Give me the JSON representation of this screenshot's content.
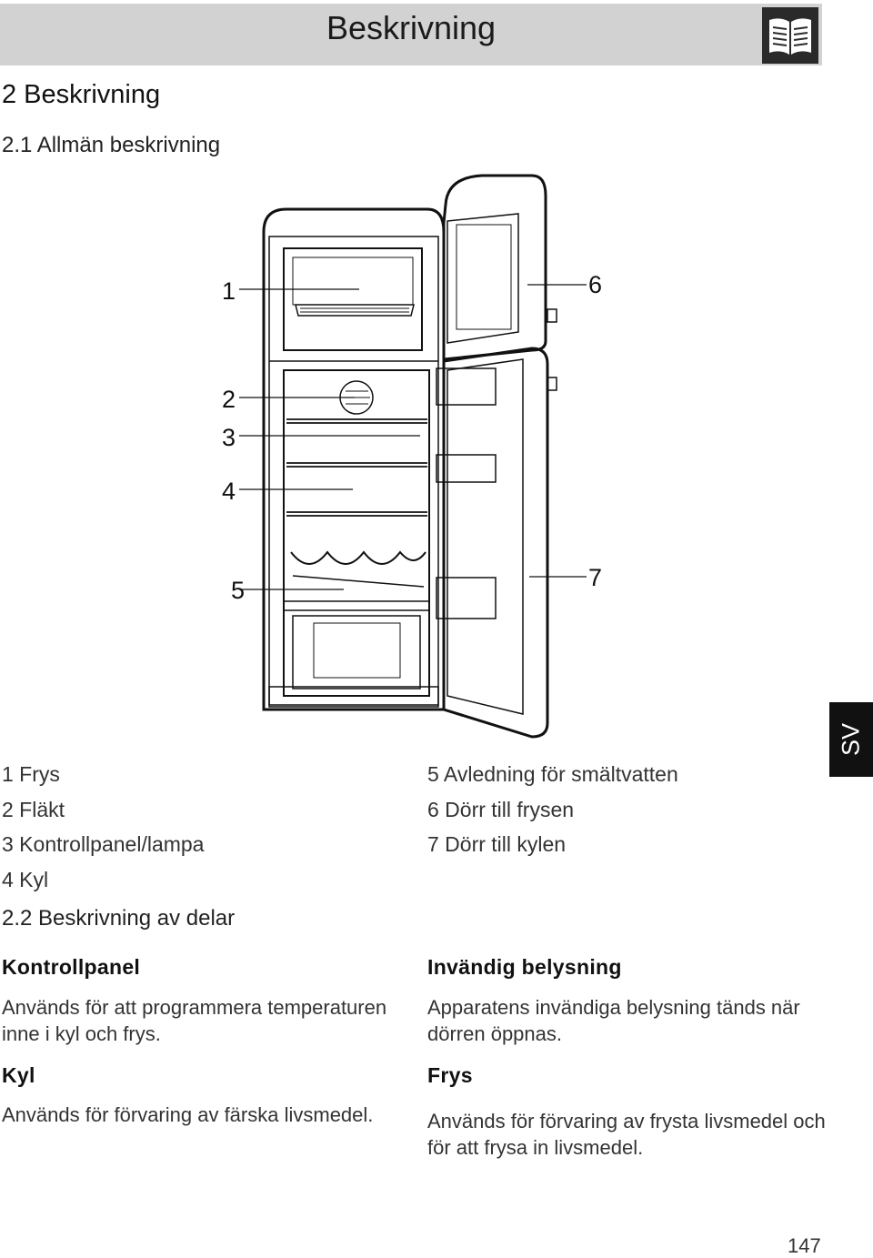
{
  "header": {
    "title": "Beskrivning",
    "icon": "book-icon"
  },
  "section": {
    "heading": "2 Beskrivning",
    "subheading": "2.1 Allmän beskrivning"
  },
  "figure": {
    "callouts": [
      "1",
      "2",
      "3",
      "4",
      "5",
      "6",
      "7"
    ]
  },
  "legend": {
    "left": [
      "1 Frys",
      "2 Fläkt",
      "3 Kontrollpanel/lampa",
      "4 Kyl"
    ],
    "right": [
      "5 Avledning för smältvatten",
      "6 Dörr till frysen",
      "7 Dörr till kylen"
    ]
  },
  "parts": {
    "heading": "2.2 Beskrivning av delar",
    "control_panel": {
      "title": "Kontrollpanel",
      "text": "Används för att programmera temperaturen inne i kyl och frys."
    },
    "fridge": {
      "title": "Kyl",
      "text": "Används för förvaring av färska livsmedel."
    },
    "lighting": {
      "title": "Invändig belysning",
      "text": "Apparatens invändiga belysning tänds när dörren öppnas."
    },
    "freezer": {
      "title": "Frys",
      "text": "Används för förvaring av frysta livsmedel och för att frysa in livsmedel."
    }
  },
  "language_tab": "SV",
  "page_number": "147"
}
